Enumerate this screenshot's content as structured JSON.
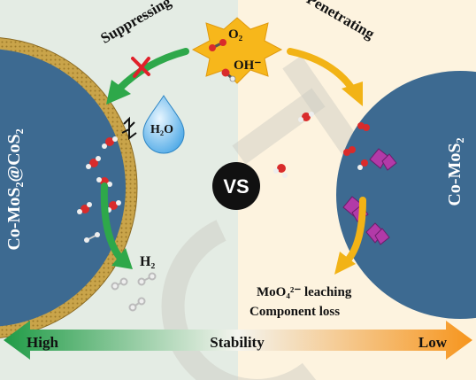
{
  "labels": {
    "left_material": "Co-MoS₂@CoS₂",
    "right_material": "Co-MoS₂",
    "suppressing": "Suppressing",
    "penetrating": "Penetrating",
    "o2": "O₂",
    "oh": "OH⁻",
    "h2o": "H₂O",
    "h2": "H₂",
    "vs": "VS",
    "leaching": "MoO₄²⁻ leaching",
    "component_loss": "Component loss"
  },
  "stability_bar": {
    "left": "High",
    "center": "Stability",
    "right": "Low"
  },
  "colors": {
    "left_bg": "#e4ece4",
    "right_bg": "#fdf3df",
    "sphere": "#3d6a91",
    "shell": "#c9a44a",
    "green_arrow": "#2ea84a",
    "gold_arrow": "#f2b316",
    "star": "#f7b71b",
    "oxygen": "#d92b2b"
  }
}
